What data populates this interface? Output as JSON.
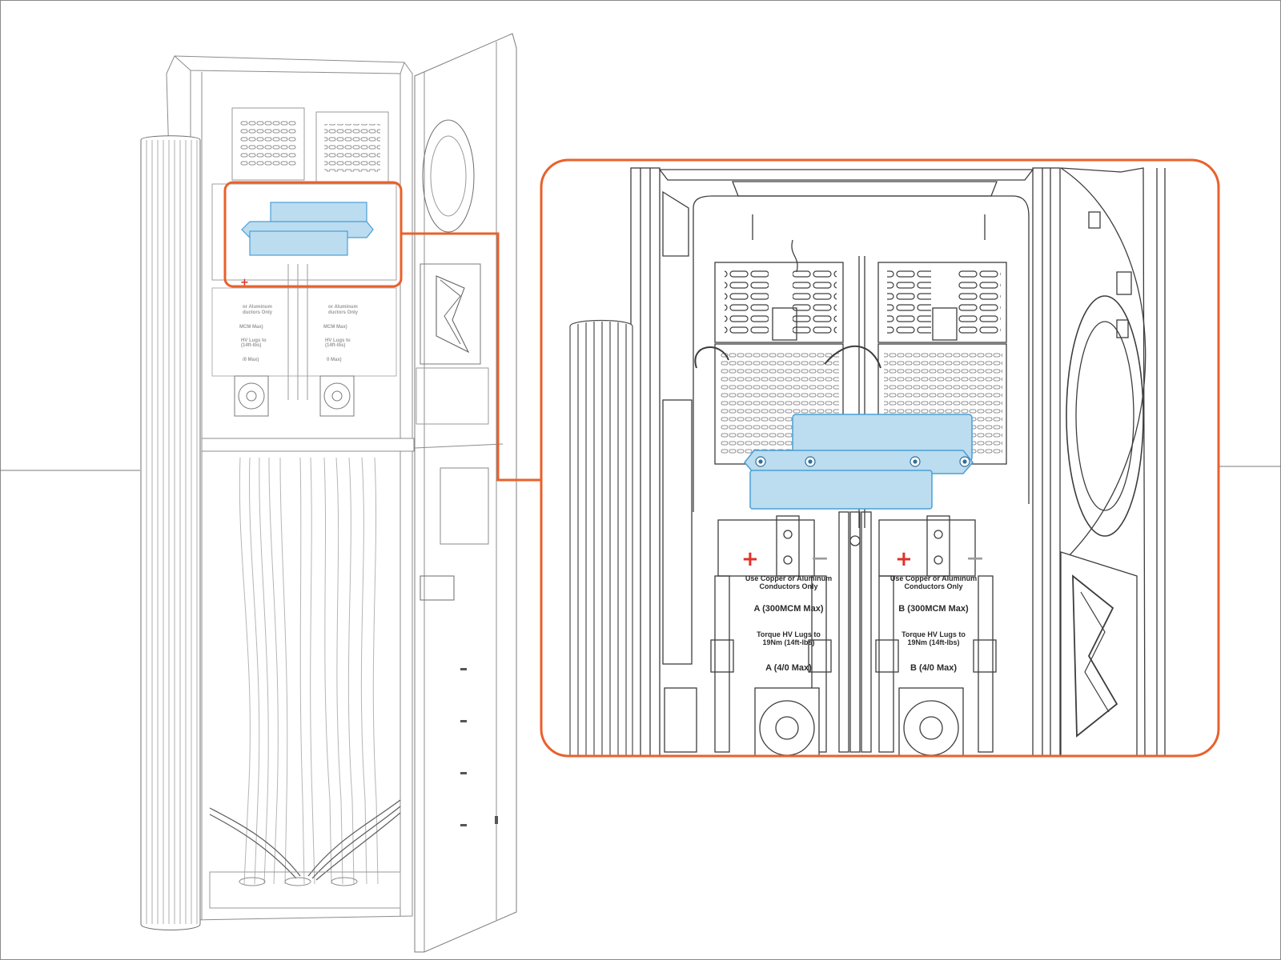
{
  "accent_color": "#e8612c",
  "highlight_color": "#bcdcf0",
  "highlight_stroke": "#4a9fd4",
  "sign_plus": "+",
  "sign_minus": "—",
  "zoom_labels": {
    "conductor_note_line1": "Use Copper or Aluminum",
    "conductor_note_line2": "Conductors Only",
    "a_300": "A (300MCM Max)",
    "b_300": "B (300MCM Max)",
    "torque_line1": "Torque HV Lugs to",
    "torque_line2": "19Nm (14ft-lbs)",
    "a_40": "A (4/0 Max)",
    "b_40": "B (4/0 Max)"
  },
  "overview_labels": {
    "conductor_fragment_line1": "or Aluminum",
    "conductor_fragment_line2": "ductors Only",
    "mcm_fragment": "MCM Max)",
    "mcm_fragment_right": "MCM Max)",
    "torque_fragment_line1": "HV Lugs to",
    "torque_fragment_line2": "(14ft-lbs)",
    "max_fragment": "/0 Max)",
    "max_fragment_right": "0 Max)"
  }
}
